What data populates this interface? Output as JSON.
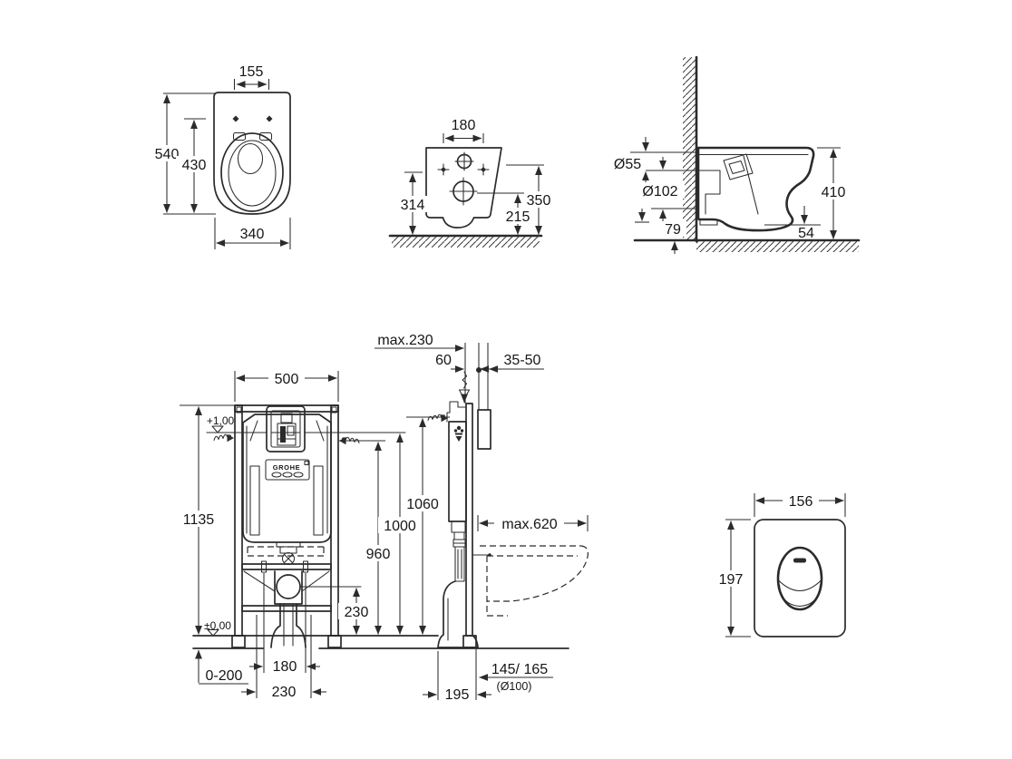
{
  "drawing": {
    "top_view": {
      "hole_spacing": "155",
      "total_depth": "540",
      "bowl_depth": "430",
      "width": "340"
    },
    "rear_view": {
      "hole_spacing": "180",
      "height_left": "314",
      "height_right": "350",
      "drain_height": "215"
    },
    "side_view": {
      "inlet_dia": "Ø55",
      "drain_dia": "Ø102",
      "gap": "79",
      "height": "410",
      "clearance": "54"
    },
    "frame_front": {
      "width": "500",
      "height": "1135",
      "level_top": "+1,00",
      "level_floor": "±0,00",
      "foot_range": "0-200",
      "stud_spacing": "180",
      "anchor_spacing": "230",
      "drain_center": "230",
      "h960": "960",
      "h1000": "1000",
      "h1060": "1060",
      "brand": "GROHE"
    },
    "frame_side": {
      "max_depth_top": "max.230",
      "supply_offset": "60",
      "wall_range": "35-50",
      "max_depth": "max.620",
      "drain_offset": "195",
      "outlet": "145/ 165",
      "outlet_dia": "(Ø100)"
    },
    "flush_plate": {
      "width": "156",
      "height": "197"
    }
  }
}
